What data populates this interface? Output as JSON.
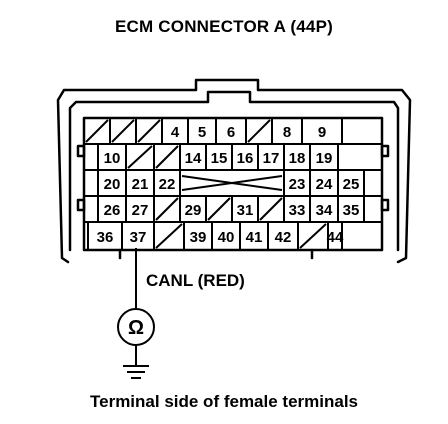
{
  "title": "ECM CONNECTOR A (44P)",
  "probe_label": "CANL (RED)",
  "caption": "Terminal side of female terminals",
  "probed_terminal": "37",
  "rows": [
    [
      "",
      "",
      "",
      "4",
      "5",
      "6",
      "",
      "8",
      "9"
    ],
    [
      "10",
      "",
      "",
      "14",
      "15",
      "16",
      "17",
      "18",
      "19"
    ],
    [
      "20",
      "21",
      "22",
      "23",
      "24",
      "25"
    ],
    [
      "26",
      "27",
      "",
      "29",
      "",
      "31",
      "",
      "33",
      "34",
      "35"
    ],
    [
      "36",
      "37",
      "",
      "39",
      "40",
      "41",
      "42",
      "",
      "44"
    ]
  ],
  "meter_symbol": "Ω"
}
